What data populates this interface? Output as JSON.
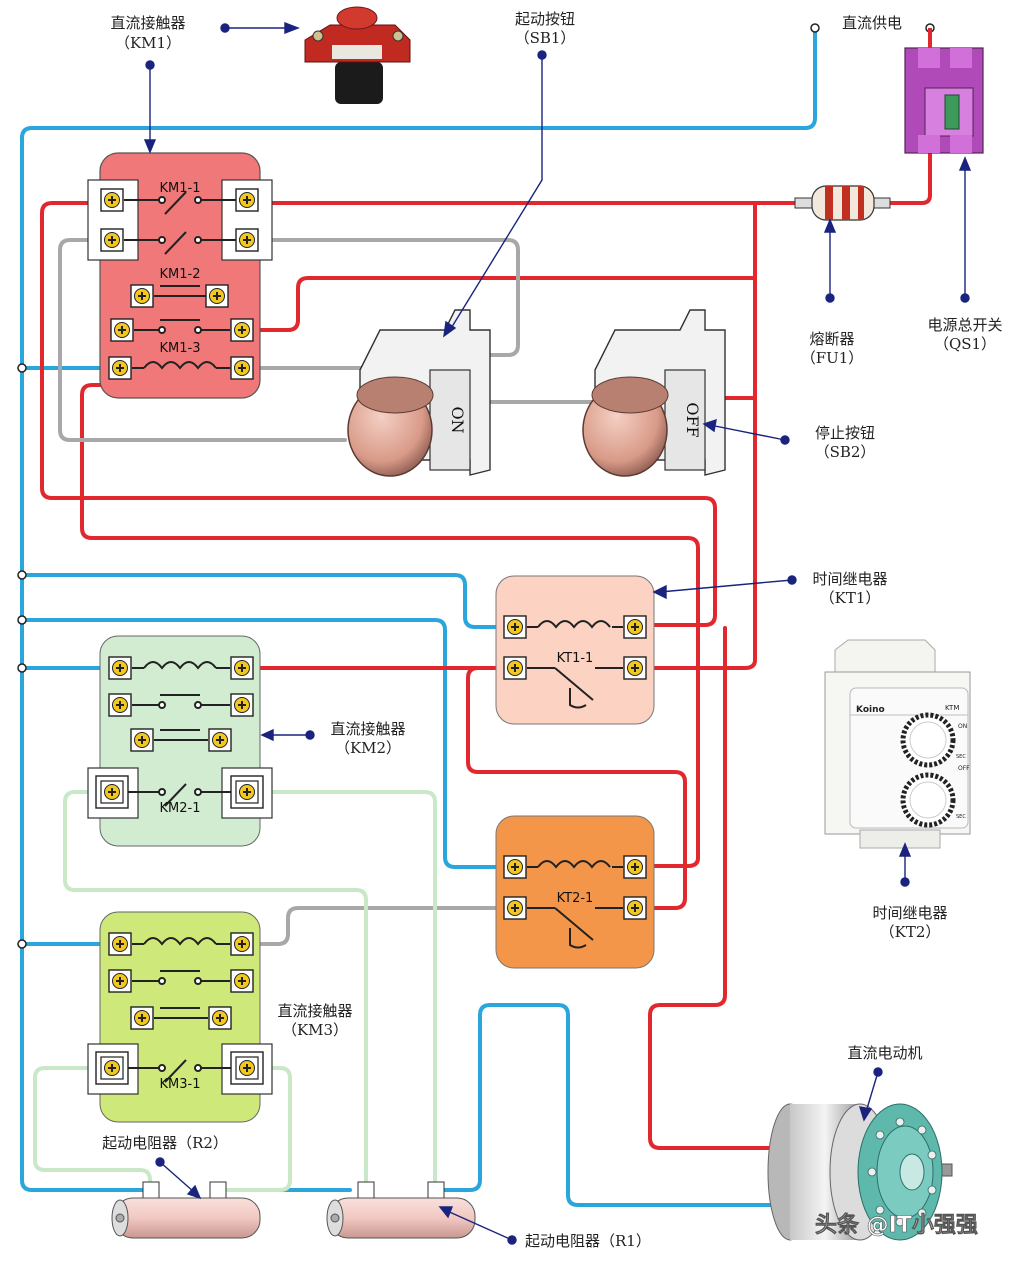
{
  "labels": {
    "km1_title": "直流接触器",
    "km1_code": "（KM1）",
    "sb1_title": "起动按钮",
    "sb1_code": "（SB1）",
    "dc_supply": "直流供电",
    "fu1_title": "熔断器",
    "fu1_code": "（FU1）",
    "qs1_title": "电源总开关",
    "qs1_code": "（QS1）",
    "sb2_title": "停止按钮",
    "sb2_code": "（SB2）",
    "kt1_title": "时间继电器",
    "kt1_code": "（KT1）",
    "km2_title": "直流接触器",
    "km2_code": "（KM2）",
    "kt2_title": "时间继电器",
    "kt2_code": "（KT2）",
    "km3_title": "直流接触器",
    "km3_code": "（KM3）",
    "motor_title": "直流电动机",
    "r2_label": "起动电阻器（R2）",
    "r1_label": "起动电阻器（R1）"
  },
  "contacts": {
    "km1_1": "KM1-1",
    "km1_2": "KM1-2",
    "km1_3": "KM1-3",
    "km2_1": "KM2-1",
    "km3_1": "KM3-1",
    "kt1_1": "KT1-1",
    "kt2_1": "KT2-1"
  },
  "device_text": {
    "on": "ON",
    "off": "OFF",
    "timer_brand": "Koino",
    "timer_model": "KTM",
    "timer_on": "ON",
    "timer_off": "OFF",
    "timer_sec": "SEC"
  },
  "watermark": "头条 @IT小强强",
  "colors": {
    "wire_red": "#e0282e",
    "wire_blue": "#2aa6dc",
    "wire_gray": "#a8a8a8",
    "wire_green": "#c8e8c8",
    "km1_fill": "#f07878",
    "km2_fill": "#d2ecd2",
    "km3_fill": "#cfe87a",
    "kt1_fill": "#fcd2c2",
    "kt2_fill": "#f4964a"
  }
}
